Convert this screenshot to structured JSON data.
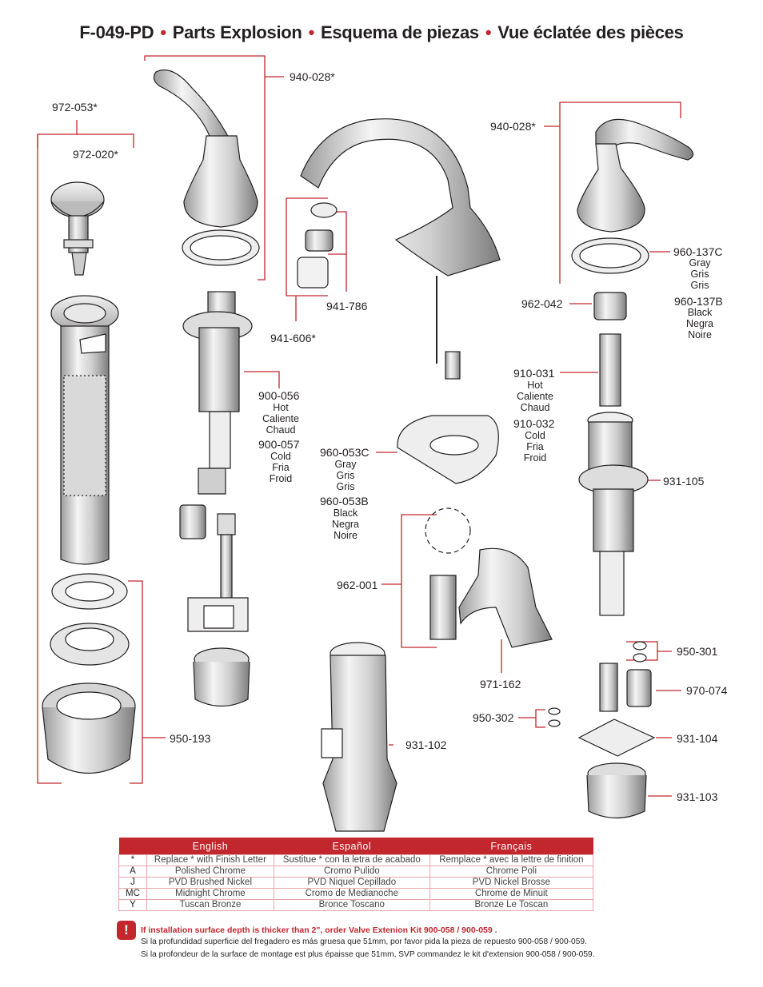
{
  "title": {
    "model": "F-049-PD",
    "en": "Parts Explosion",
    "es": "Esquema de piezas",
    "fr": "Vue éclatée des pièces"
  },
  "callouts": {
    "p940_028_left": "940-028*",
    "p940_028_right": "940-028*",
    "p972_053": "972-053*",
    "p972_020": "972-020*",
    "p941_786": "941-786",
    "p941_606": "941-606*",
    "p960_137c": {
      "part": "960-137C",
      "lines": [
        "Gray",
        "Gris",
        "Gris"
      ]
    },
    "p960_137b": {
      "part": "960-137B",
      "lines": [
        "Black",
        "Negra",
        "Noire"
      ]
    },
    "p962_042": "962-042",
    "p910_031": {
      "part": "910-031",
      "lines": [
        "Hot",
        "Caliente",
        "Chaud"
      ]
    },
    "p910_032": {
      "part": "910-032",
      "lines": [
        "Cold",
        "Fria",
        "Froid"
      ]
    },
    "p900_056": {
      "part": "900-056",
      "lines": [
        "Hot",
        "Caliente",
        "Chaud"
      ]
    },
    "p900_057": {
      "part": "900-057",
      "lines": [
        "Cold",
        "Fria",
        "Froid"
      ]
    },
    "p960_053c": {
      "part": "960-053C",
      "lines": [
        "Gray",
        "Gris",
        "Gris"
      ]
    },
    "p960_053b": {
      "part": "960-053B",
      "lines": [
        "Black",
        "Negra",
        "Noire"
      ]
    },
    "p931_105": "931-105",
    "p962_001": "962-001",
    "p950_301": "950-301",
    "p971_162": "971-162",
    "p970_074": "970-074",
    "p950_302": "950-302",
    "p931_104": "931-104",
    "p950_193": "950-193",
    "p931_102": "931-102",
    "p931_103": "931-103"
  },
  "legend": {
    "headers": [
      "English",
      "Español",
      "Français"
    ],
    "rows": [
      {
        "code": "*",
        "en": "Replace * with Finish Letter",
        "es": "Sustitue * con la letra de acabado",
        "fr": "Remplace * avec la lettre de finition"
      },
      {
        "code": "A",
        "en": "Polished Chrome",
        "es": "Cromo Pulido",
        "fr": "Chrome Poli"
      },
      {
        "code": "J",
        "en": "PVD Brushed Nickel",
        "es": "PVD Niquel Cepillado",
        "fr": "PVD Nickel Brosse"
      },
      {
        "code": "MC",
        "en": "Midnight Chrome",
        "es": "Cromo de Medianoche",
        "fr": "Chrome de Minuit"
      },
      {
        "code": "Y",
        "en": "Tuscan Bronze",
        "es": "Bronce Toscano",
        "fr": "Bronze Le Toscan"
      }
    ]
  },
  "note": {
    "icon": "exclamation-icon",
    "line1": "If installation surface depth is thicker than 2\", order Valve Extenion Kit 900-058 / 900-059 .",
    "line2": "Si la profundidad superficie del fregadero es más gruesa que 51mm, por favor pida la pieza de repuesto 900-058 / 900-059.",
    "line3": "Si la profondeur de la surface de montage est plus épaisse que 51mm, SVP commandez le kit d'extension 900-058 / 900-059."
  },
  "colors": {
    "accent": "#c1272d",
    "ink": "#231f20"
  }
}
